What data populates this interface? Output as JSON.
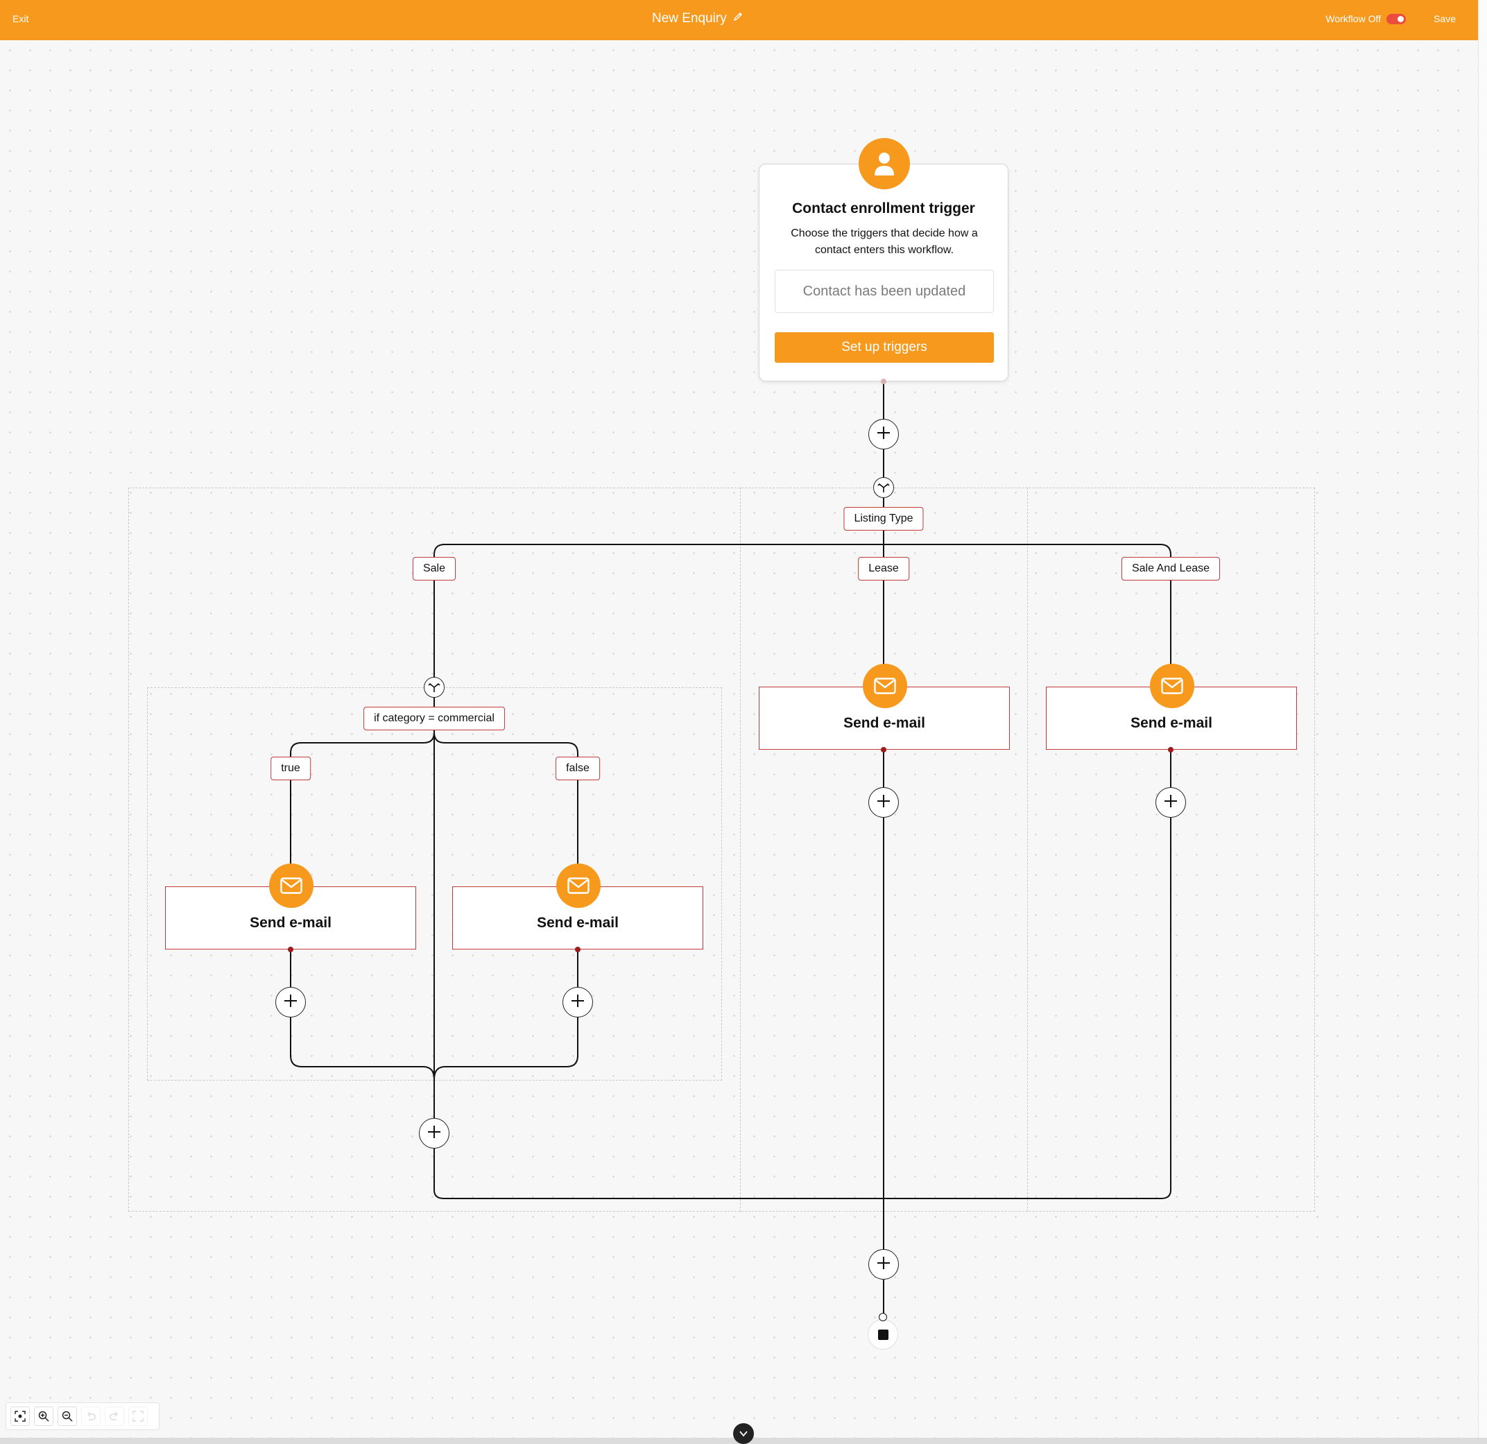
{
  "topbar": {
    "exit_label": "Exit",
    "title": "New Enquiry",
    "workflow_status_label": "Workflow Off",
    "save_label": "Save"
  },
  "trigger": {
    "title": "Contact enrollment trigger",
    "description": "Choose the triggers that decide how a contact enters this workflow.",
    "input_value": "Contact has been updated",
    "button_label": "Set up triggers"
  },
  "branch_main": {
    "label": "Listing Type",
    "options": [
      "Sale",
      "Lease",
      "Sale And Lease"
    ]
  },
  "branch_sale": {
    "label": "if category = commercial",
    "options": [
      "true",
      "false"
    ]
  },
  "actions": {
    "send_email_label": "Send e-mail"
  },
  "colors": {
    "accent": "#f7991c",
    "tag_border": "#c0393b",
    "toggle_off": "#ec4c3c",
    "canvas_bg": "#f7f7f7"
  },
  "icons": {
    "trigger": "user-icon",
    "action": "envelope-icon",
    "branch": "split-icon",
    "add": "plus-icon",
    "end": "stop-icon",
    "edit": "pencil-icon"
  }
}
